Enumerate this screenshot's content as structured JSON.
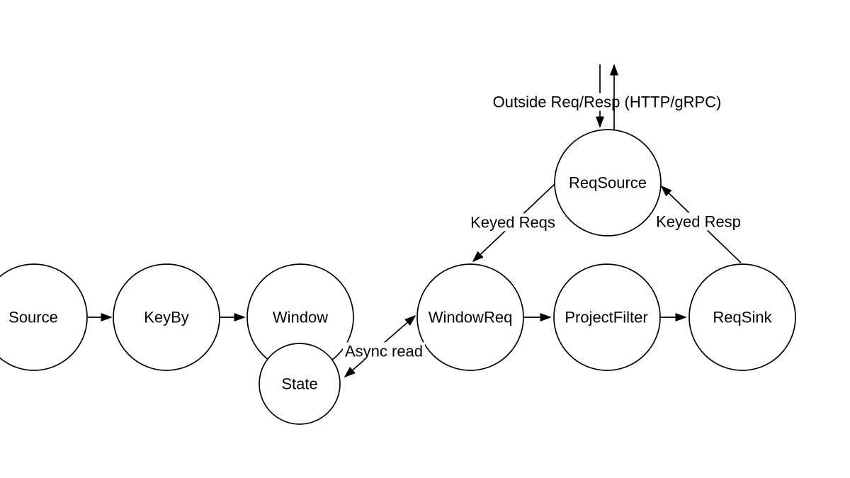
{
  "diagram": {
    "nodes": {
      "source": {
        "label": "Source"
      },
      "keyby": {
        "label": "KeyBy"
      },
      "window": {
        "label": "Window"
      },
      "state": {
        "label": "State",
        "fill": "#ffe6cc",
        "stroke": "#d79b00"
      },
      "windowreq": {
        "label": "WindowReq"
      },
      "projectfilter": {
        "label": "ProjectFilter"
      },
      "reqsink": {
        "label": "ReqSink"
      },
      "reqsource": {
        "label": "ReqSource"
      }
    },
    "edge_labels": {
      "outside_reqresp": "Outside Req/Resp (HTTP/gRPC)",
      "keyed_reqs": "Keyed Reqs",
      "keyed_resp": "Keyed Resp",
      "async_read": "Async read"
    },
    "colors": {
      "background": "#ffffff",
      "line": "#000000",
      "node_fill": "#ffffff",
      "node_stroke": "#000000",
      "state_fill": "#ffe6cc",
      "state_stroke": "#d79b00",
      "text": "#000000"
    }
  }
}
